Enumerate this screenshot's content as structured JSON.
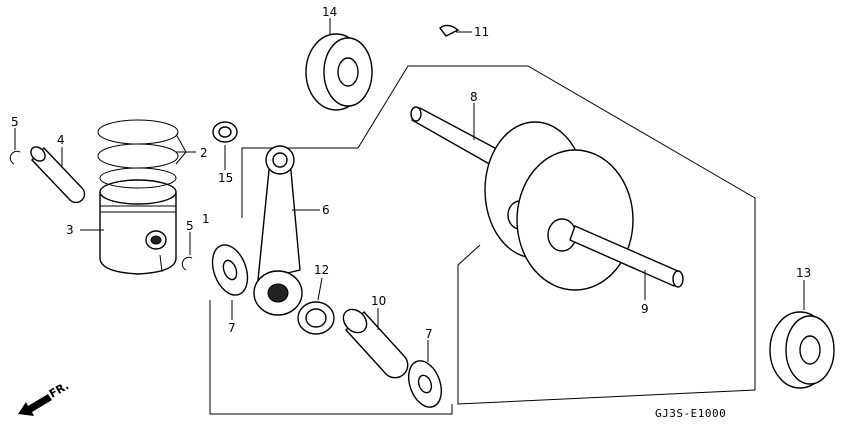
{
  "diagram": {
    "code": "GJ3S-E1000",
    "direction_label": "FR.",
    "callouts": [
      {
        "id": "c1",
        "text": "1"
      },
      {
        "id": "c2",
        "text": "2"
      },
      {
        "id": "c3",
        "text": "3"
      },
      {
        "id": "c4",
        "text": "4"
      },
      {
        "id": "c5a",
        "text": "5"
      },
      {
        "id": "c5b",
        "text": "5"
      },
      {
        "id": "c6",
        "text": "6"
      },
      {
        "id": "c7a",
        "text": "7"
      },
      {
        "id": "c7b",
        "text": "7"
      },
      {
        "id": "c8",
        "text": "8"
      },
      {
        "id": "c9",
        "text": "9"
      },
      {
        "id": "c10",
        "text": "10"
      },
      {
        "id": "c11",
        "text": "11"
      },
      {
        "id": "c12",
        "text": "12"
      },
      {
        "id": "c13",
        "text": "13"
      },
      {
        "id": "c14",
        "text": "14"
      },
      {
        "id": "c15",
        "text": "15"
      }
    ]
  }
}
